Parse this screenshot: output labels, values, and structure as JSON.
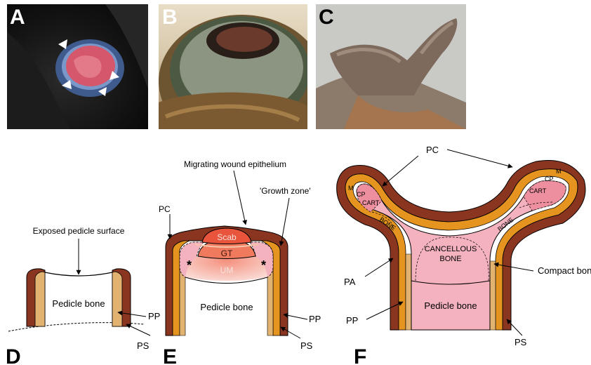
{
  "panels": {
    "a": "A",
    "b": "B",
    "c": "C",
    "d": "D",
    "e": "E",
    "f": "F"
  },
  "d": {
    "exposed_surface": "Exposed pedicle surface",
    "pedicle_bone": "Pedicle bone",
    "pp": "PP",
    "ps": "PS"
  },
  "e": {
    "wound_epithelium": "Migrating wound epithelium",
    "pc": "PC",
    "growth_zone": "'Growth zone'",
    "scab": "Scab",
    "gt": "GT",
    "um": "UM",
    "star": "*",
    "pedicle_bone": "Pedicle bone",
    "pp": "PP",
    "ps": "PS"
  },
  "f": {
    "pc": "PC",
    "m": "M",
    "cp": "CP",
    "cart": "CART",
    "bone": "BONE",
    "cancellous_1": "CANCELLOUS",
    "cancellous_2": "BONE",
    "compact_bone": "Compact bone",
    "pa": "PA",
    "pp": "PP",
    "pedicle_bone": "Pedicle bone",
    "ps": "PS"
  },
  "colors": {
    "skin": "#8a3520",
    "skin_light": "#e2b271",
    "periosteum": "#e5951f",
    "pink": "#f4b2bf",
    "pink_mid": "#ee8fa0",
    "scab": "#e8543c",
    "gt": "#ef7a5e",
    "um": "#f59a86"
  }
}
